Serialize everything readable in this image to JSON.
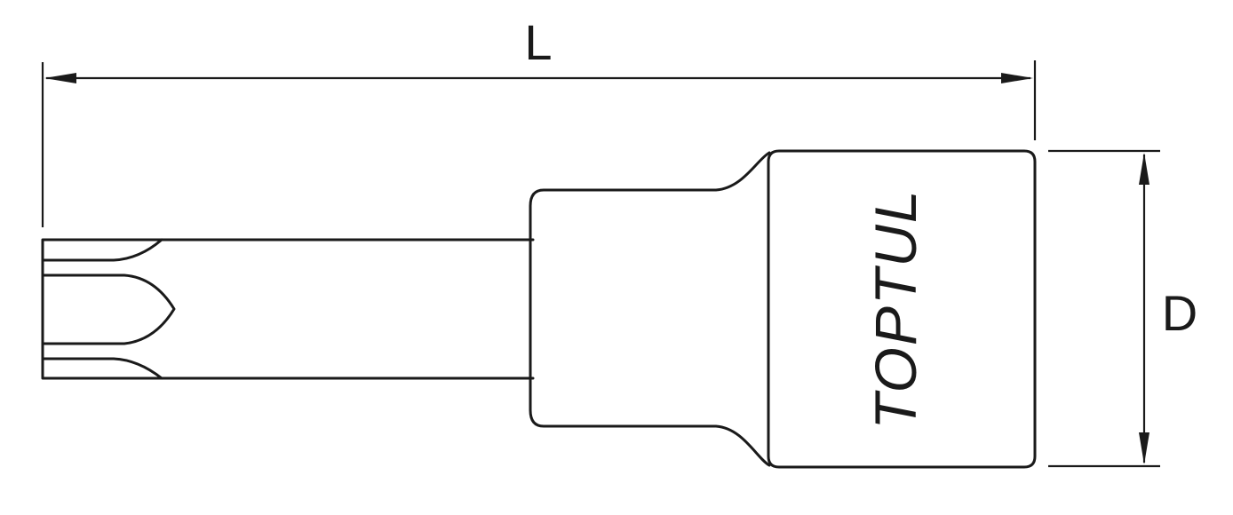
{
  "dimensions": {
    "length_label": "L",
    "diameter_label": "D"
  },
  "brand": {
    "text": "TOPTUL"
  },
  "colors": {
    "line": "#1a1a1a",
    "background": "#ffffff"
  }
}
